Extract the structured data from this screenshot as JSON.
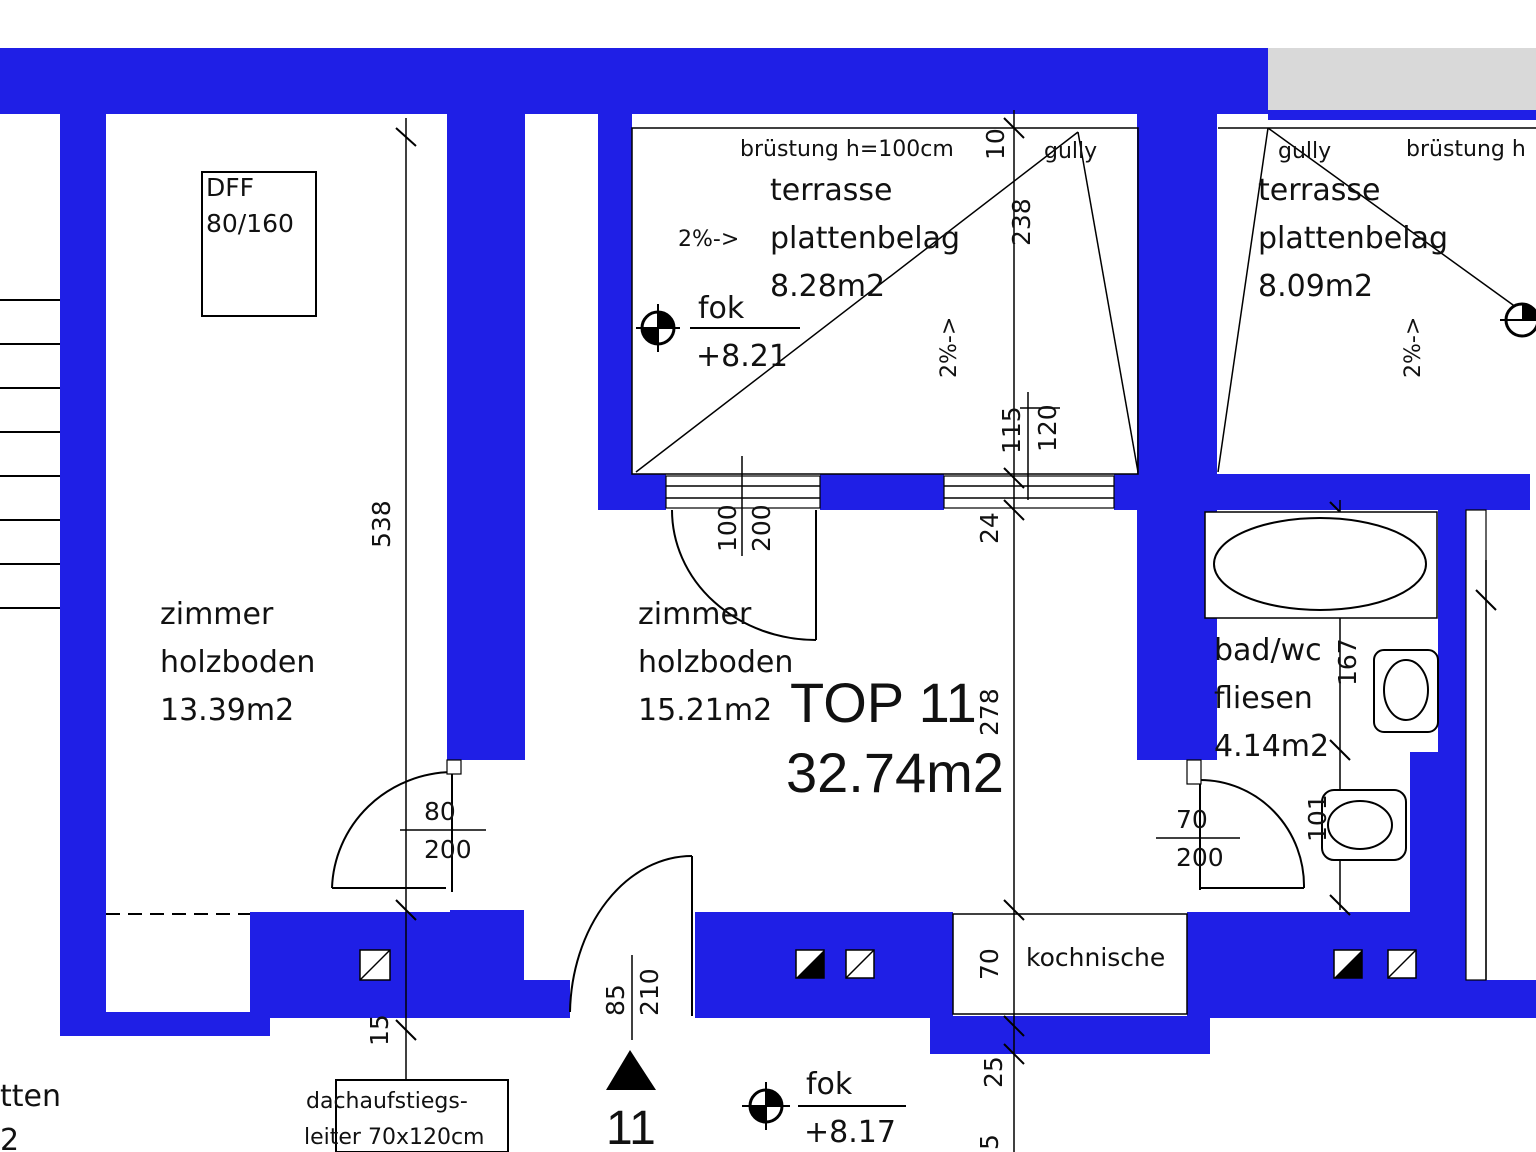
{
  "colors": {
    "wall": "#1f1fe6",
    "terrace_neighbor": "#d9d9d9"
  },
  "unit": {
    "name": "TOP 11",
    "area": "32.74m2",
    "number": "11"
  },
  "rooms": {
    "room_left": {
      "name": "zimmer",
      "floor": "holzboden",
      "area": "13.39m2"
    },
    "room_mid": {
      "name": "zimmer",
      "floor": "holzboden",
      "area": "15.21m2"
    },
    "terrace_a": {
      "name": "terrasse",
      "floor": "plattenbelag",
      "area": "8.28m2"
    },
    "terrace_b": {
      "name": "terrasse",
      "floor": "plattenbelag",
      "area": "8.09m2"
    },
    "bath": {
      "name": "bad/wc",
      "floor": "fliesen",
      "area": "4.14m2"
    },
    "kitchen": {
      "name": "kochnische"
    },
    "left_edge": {
      "name": "tten",
      "area": "2"
    }
  },
  "annotations": {
    "window_label": "DFF",
    "window_size": "80/160",
    "railing_a": "brüstung h=100cm",
    "railing_b": "brüstung h",
    "gully_a": "gully",
    "gully_b": "gully",
    "slope_a": "2%->",
    "slope_b": "2%->",
    "slope_c": "2%->",
    "fok_label": "fok",
    "fok_a": "+8.21",
    "fok_b": "+8.17",
    "attic_ladder_1": "dachaufstiegs-",
    "attic_ladder_2": "leiter 70x120cm"
  },
  "dimensions": {
    "d538": "538",
    "d10": "10",
    "d238": "238",
    "d115": "115",
    "d120": "120",
    "d24": "24",
    "d278": "278",
    "d70": "70",
    "d25": "25",
    "d5": "5",
    "d15": "15",
    "d167": "167",
    "d101": "101",
    "door_mid": [
      "100",
      "200"
    ],
    "door_left": [
      "80",
      "200"
    ],
    "door_right": [
      "70",
      "200"
    ],
    "door_entry": [
      "85",
      "210"
    ]
  }
}
